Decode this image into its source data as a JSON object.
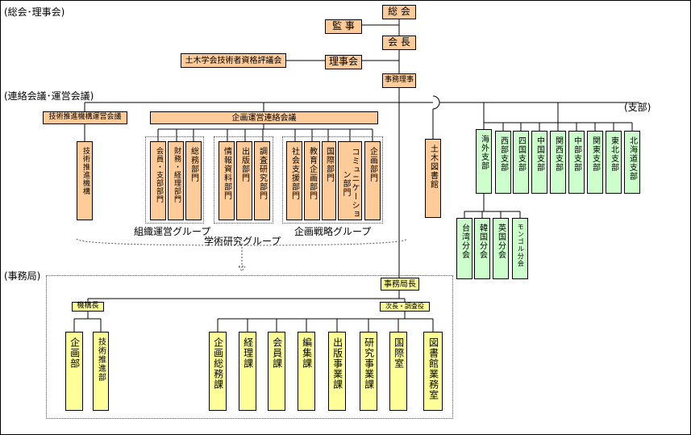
{
  "sections": {
    "general": "(総会･理事会)",
    "liaison": "(連絡会議･運営会議)",
    "branches": "(支部)",
    "secretariat": "(事務局)"
  },
  "top": {
    "general_meeting": "総 会",
    "auditor": "監 事",
    "president": "会 長",
    "qualification_council": "土木学会技術者資格評議会",
    "board": "理事会",
    "executive_director": "事務理事"
  },
  "councils": {
    "tech_promo_council": "技術推進機構運営会議",
    "planning_council": "企画運営連絡会議"
  },
  "tech_org": "技術推進機構",
  "org_group": {
    "label": "組織運営グループ",
    "depts": [
      "会員・支部部門",
      "財務・経理部門",
      "総務部門"
    ]
  },
  "research_group": {
    "label": "学術研究グループ",
    "depts": [
      "情報資料部門",
      "出版部門",
      "調査研究部門"
    ]
  },
  "strategy_group": {
    "label": "企画戦略グループ",
    "depts": [
      "社会支援部門",
      "教育企画部門",
      "国際部門",
      "コミュニケーション部門",
      "企画部門"
    ]
  },
  "library": "土木図書館",
  "branch_list": [
    "海外支部",
    "西部支部",
    "四国支部",
    "中国支部",
    "関西支部",
    "中部支部",
    "関東支部",
    "東北支部",
    "北海道支部"
  ],
  "overseas_sub": [
    "台湾分会",
    "韓国分会",
    "英国分会",
    "モンゴル分会"
  ],
  "secretariat": {
    "secretary_general": "事務局長",
    "deputy_head": "機構長",
    "deputy_sec": "次長・調査役",
    "depts_left": [
      "企画部",
      "技術推進部"
    ],
    "depts_right": [
      "企画総務課",
      "経理課",
      "会員課",
      "編集課",
      "出版事業課",
      "研究事業課",
      "国際室",
      "図書館業務室"
    ]
  }
}
